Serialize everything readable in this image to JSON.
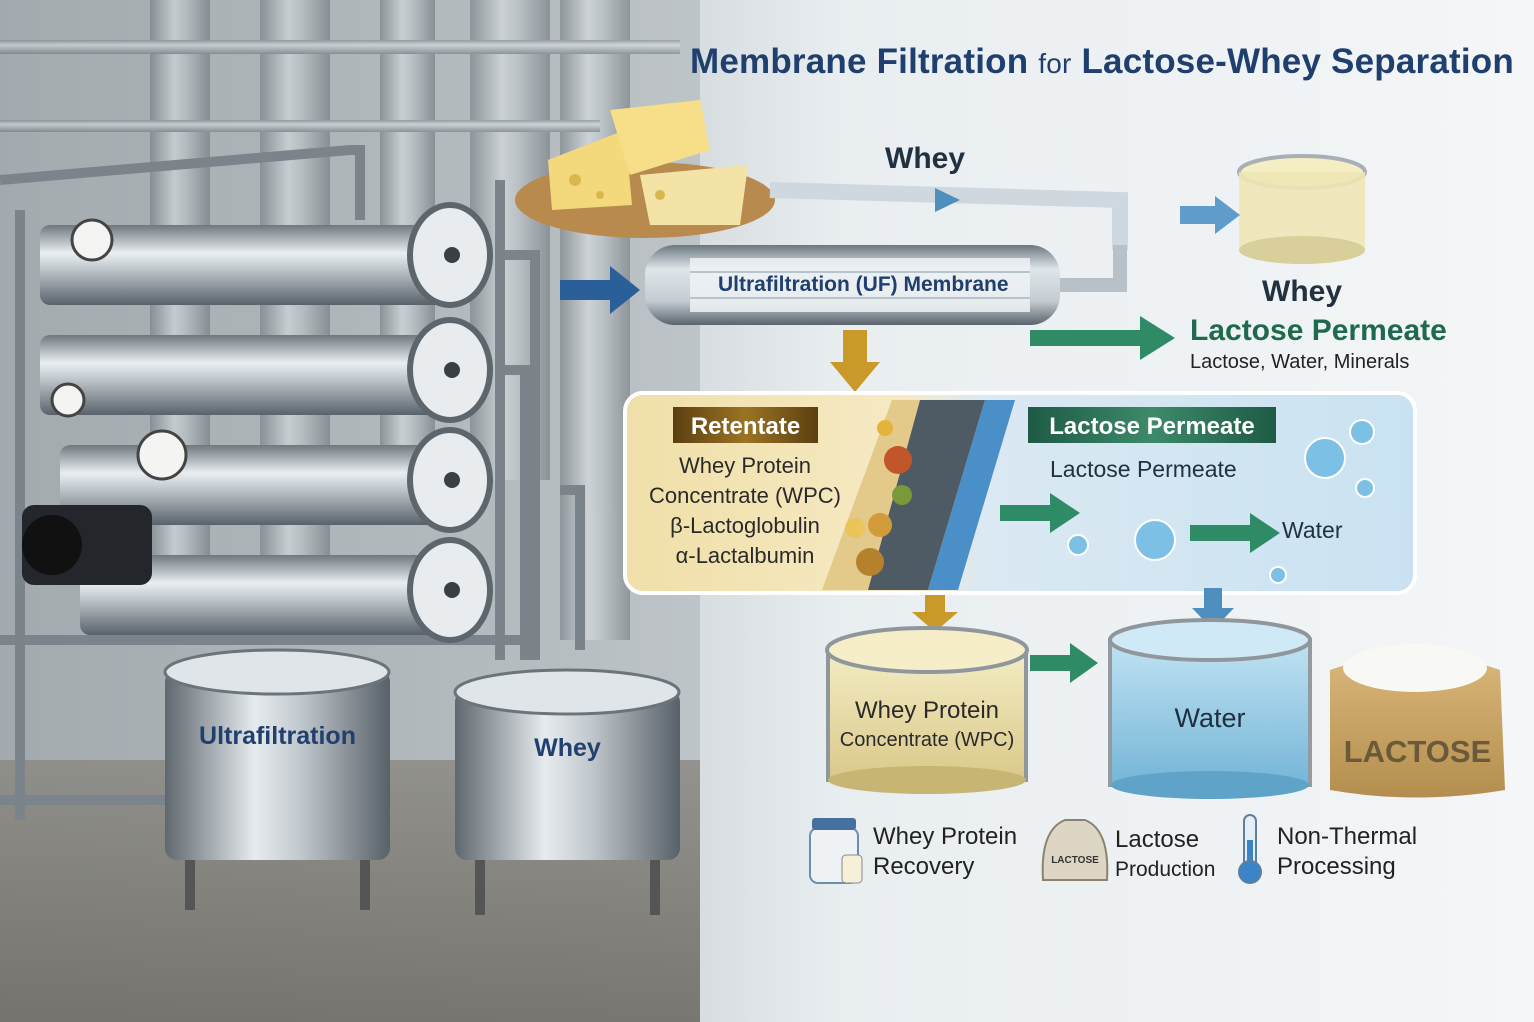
{
  "title": {
    "part1": "Membrane Filtration",
    "part2": "for",
    "part3": "Lactose-Whey Separation"
  },
  "equipment": {
    "tank_left_label": "Ultrafiltration",
    "tank_right_label": "Whey"
  },
  "flow": {
    "whey_label": "Whey",
    "membrane_label": "Ultrafiltration (UF) Membrane",
    "output_whey_label": "Whey",
    "permeate_title": "Lactose Permeate",
    "permeate_subtitle": "Lactose, Water, Minerals"
  },
  "detail_panel": {
    "retentate_banner": "Retentate",
    "retentate_lines": [
      "Whey Protein",
      "Concentrate (WPC)",
      "β-Lactoglobulin",
      "α-Lactalbumin"
    ],
    "permeate_banner": "Lactose Permeate",
    "permeate_label": "Lactose Permeate",
    "water_label": "Water"
  },
  "products": {
    "wpc_line1": "Whey Protein",
    "wpc_line2": "Concentrate (WPC)",
    "water": "Water",
    "lactose_bag": "LACTOSE"
  },
  "features": [
    {
      "icon": "protein-jar-icon",
      "line1": "Whey Protein",
      "line2": "Recovery"
    },
    {
      "icon": "lactose-bag-icon",
      "badge": "LACTOSE",
      "line1": "Lactose",
      "line2": "Production"
    },
    {
      "icon": "thermometer-icon",
      "line1": "Non-Thermal",
      "line2": "Processing"
    }
  ],
  "colors": {
    "title": "#1f3f6e",
    "retentate": "#7a5a14",
    "permeate": "#2f7a5a",
    "arrow_blue": "#4f8fc0",
    "arrow_green": "#2f8a66",
    "arrow_gold": "#c99a2a"
  }
}
